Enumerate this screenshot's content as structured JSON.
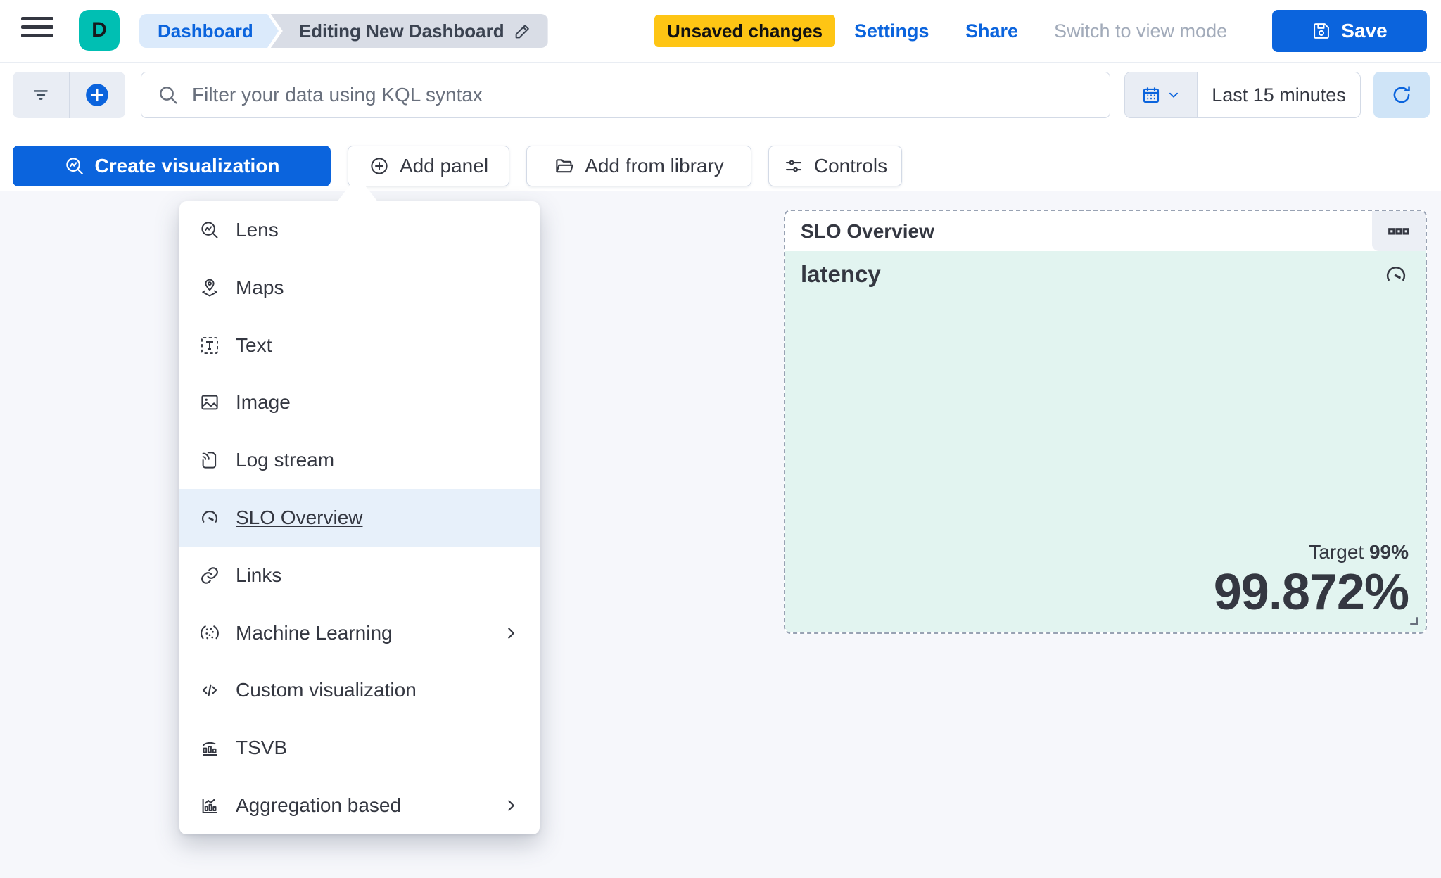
{
  "header": {
    "logo_initial": "D",
    "breadcrumb": {
      "root": "Dashboard",
      "current": "Editing New Dashboard"
    },
    "unsaved_badge": "Unsaved changes",
    "settings_label": "Settings",
    "share_label": "Share",
    "switch_view_label": "Switch to view mode",
    "save_label": "Save"
  },
  "query_bar": {
    "kql_placeholder": "Filter your data using KQL syntax",
    "time_range": "Last 15 minutes"
  },
  "actions": {
    "create_visualization": "Create visualization",
    "add_panel": "Add panel",
    "add_from_library": "Add from library",
    "controls": "Controls"
  },
  "menu": {
    "items": [
      {
        "label": "Lens",
        "icon": "lens-icon",
        "selected": false,
        "has_submenu": false
      },
      {
        "label": "Maps",
        "icon": "maps-icon",
        "selected": false,
        "has_submenu": false
      },
      {
        "label": "Text",
        "icon": "text-icon",
        "selected": false,
        "has_submenu": false
      },
      {
        "label": "Image",
        "icon": "image-icon",
        "selected": false,
        "has_submenu": false
      },
      {
        "label": "Log stream",
        "icon": "log-stream-icon",
        "selected": false,
        "has_submenu": false
      },
      {
        "label": "SLO Overview",
        "icon": "gauge-icon",
        "selected": true,
        "has_submenu": false
      },
      {
        "label": "Links",
        "icon": "link-icon",
        "selected": false,
        "has_submenu": false
      },
      {
        "label": "Machine Learning",
        "icon": "machine-learning-icon",
        "selected": false,
        "has_submenu": true
      },
      {
        "label": "Custom visualization",
        "icon": "code-icon",
        "selected": false,
        "has_submenu": false
      },
      {
        "label": "TSVB",
        "icon": "tsvb-icon",
        "selected": false,
        "has_submenu": false
      },
      {
        "label": "Aggregation based",
        "icon": "aggregation-icon",
        "selected": false,
        "has_submenu": true
      }
    ]
  },
  "slo_panel": {
    "title": "SLO Overview",
    "slo_name": "latency",
    "target_label": "Target",
    "target_value": "99%",
    "sli_value": "99.872%"
  },
  "colors": {
    "primary_blue": "#0B64DD",
    "warning_yellow": "#FEC514",
    "space_teal": "#00BFB3",
    "panel_mint": "#E2F4F0",
    "text_dark": "#343741",
    "muted_gray": "#A2ABBA"
  }
}
